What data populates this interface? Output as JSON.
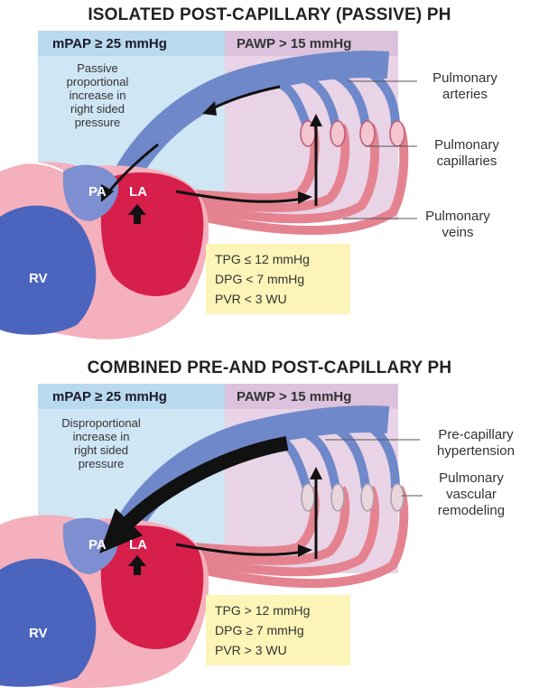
{
  "panels": [
    {
      "title": "ISOLATED POST-CAPILLARY (PASSIVE) PH",
      "header_left": "mPAP ≥ 25 mmHg",
      "header_right": "PAWP > 15 mmHg",
      "note": [
        "Passive",
        "proportional",
        "increase in",
        "right sided",
        "pressure"
      ],
      "labels": {
        "arteries": [
          "Pulmonary",
          "arteries"
        ],
        "capillaries": [
          "Pulmonary",
          "capillaries"
        ],
        "veins": [
          "Pulmonary",
          "veins"
        ]
      },
      "chambers": {
        "pa": "PA",
        "la": "LA",
        "rv": "RV"
      },
      "metrics": [
        "TPG ≤ 12 mmHg",
        "DPG < 7 mmHg",
        "PVR < 3 WU"
      ]
    },
    {
      "title": "COMBINED PRE-AND POST-CAPILLARY PH",
      "header_left": "mPAP ≥ 25 mmHg",
      "header_right": "PAWP > 15 mmHg",
      "note": [
        "Disproportional",
        "increase in",
        "right sided",
        "pressure"
      ],
      "labels": {
        "precap": [
          "Pre-capillary",
          "hypertension"
        ],
        "remodel": [
          "Pulmonary",
          "vascular",
          "remodeling"
        ]
      },
      "chambers": {
        "pa": "PA",
        "la": "LA",
        "rv": "RV"
      },
      "metrics": [
        "TPG > 12 mmHg",
        "DPG ≥ 7 mmHg",
        "PVR > 3 WU"
      ]
    }
  ],
  "colors": {
    "blue_bg": "#cfe6f4",
    "pink_bg": "#e8d4e6",
    "vessel_blue": "#6f88c9",
    "vessel_red": "#e4838f",
    "heart_red": "#d61f4b",
    "heart_blue": "#4b64bd",
    "heart_pink": "#f4b0bc",
    "metrics_bg": "#fdf5b8"
  }
}
